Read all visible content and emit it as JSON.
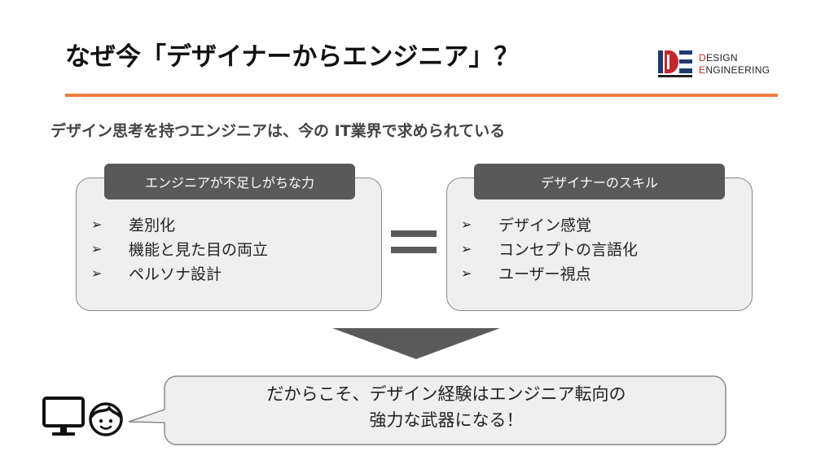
{
  "slide": {
    "title": "なぜ今「デザイナーからエンジニア」？",
    "subtitle": "デザイン思考を持つエンジニアは、今の IT業界で求められている"
  },
  "logo": {
    "line1_initial": "D",
    "line1_rest": "ESIGN",
    "line2_initial": "E",
    "line2_rest": "NGINEERING",
    "colors": {
      "red": "#c0282d",
      "navy": "#1f3a6e",
      "dark": "#222222"
    }
  },
  "left_panel": {
    "heading": "エンジニアが不足しがちな力",
    "bullet_glyph": "➢",
    "items": [
      "差別化",
      "機能と見た目の両立",
      "ペルソナ設計"
    ]
  },
  "right_panel": {
    "heading": "デザイナーのスキル",
    "bullet_glyph": "➢",
    "items": [
      "デザイン感覚",
      "コンセプトの言語化",
      "ユーザー視点"
    ]
  },
  "conclusion": {
    "line1": "だからこそ、デザイン経験はエンジニア転向の",
    "line2": "強力な武器になる！"
  },
  "icons": [
    "equals-icon",
    "down-arrow-icon",
    "monitor-icon",
    "face-icon"
  ],
  "colors": {
    "accent": "#ec7c3a",
    "tag_bg": "#595959",
    "panel_bg": "#efefef",
    "shape": "#5a5a5a"
  }
}
